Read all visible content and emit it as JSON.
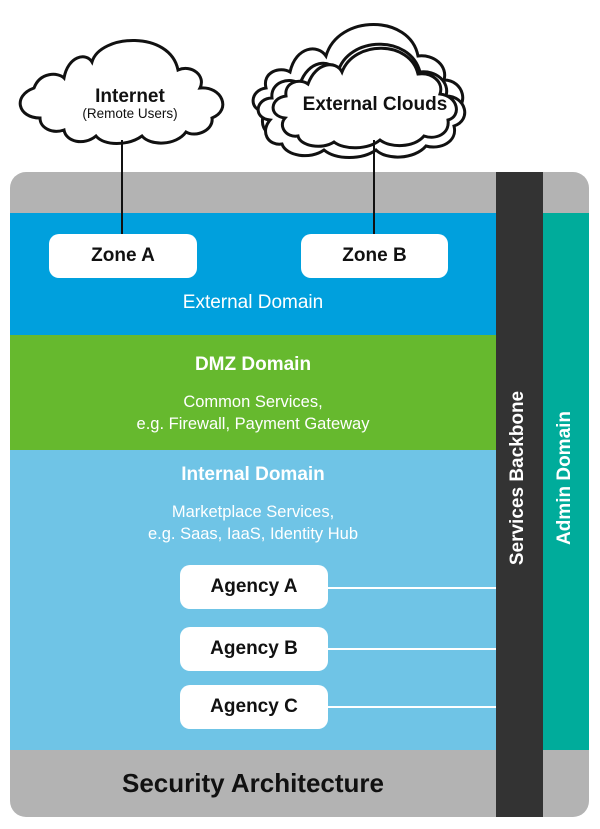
{
  "title": "Security Architecture",
  "clouds": {
    "internet": {
      "label": "Internet",
      "sublabel": "(Remote Users)"
    },
    "external": {
      "label": "External Clouds"
    }
  },
  "domains": {
    "external": {
      "title": "External Domain",
      "zones": [
        "Zone A",
        "Zone B"
      ],
      "color": "#00a0dd"
    },
    "dmz": {
      "title": "DMZ Domain",
      "desc_line1": "Common Services,",
      "desc_line2": "e.g. Firewall, Payment Gateway",
      "color": "#66b92e"
    },
    "internal": {
      "title": "Internal Domain",
      "desc_line1": "Marketplace Services,",
      "desc_line2": "e.g. Saas, IaaS, Identity Hub",
      "agencies": [
        "Agency A",
        "Agency B",
        "Agency C"
      ],
      "color": "#6fc4e6"
    },
    "backbone": {
      "title": "Services Backbone",
      "color": "#333333"
    },
    "admin": {
      "title": "Admin Domain",
      "color": "#00ac9b"
    }
  }
}
